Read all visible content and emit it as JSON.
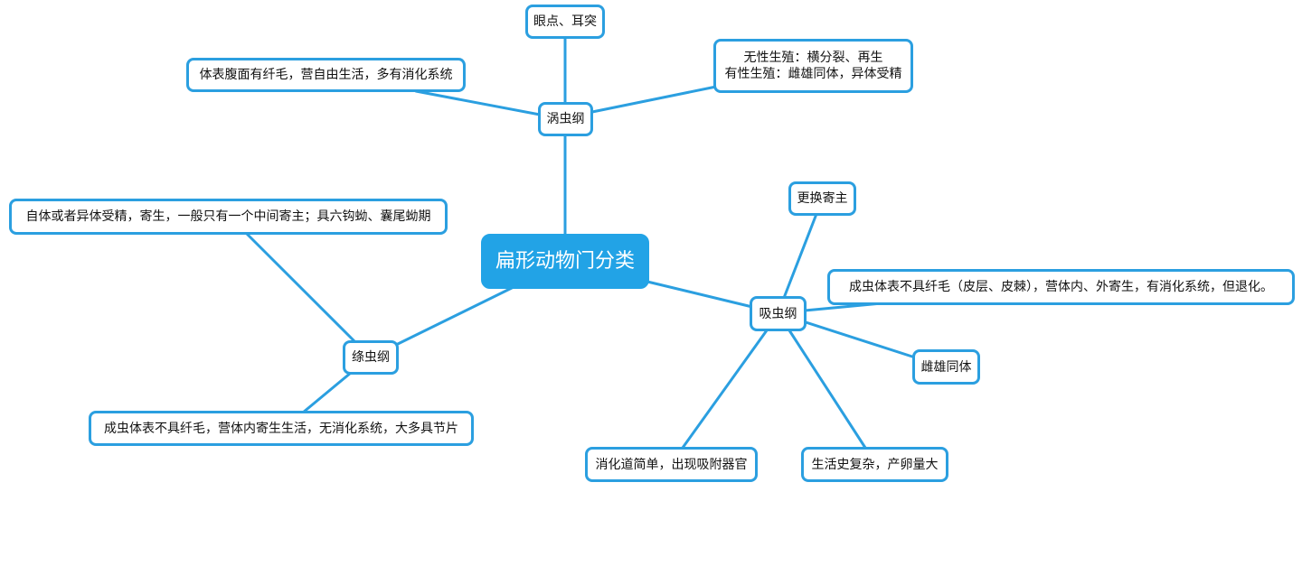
{
  "colors": {
    "accent": "#2b9fe0",
    "root_fill": "#22a3e6",
    "node_fill": "#ffffff",
    "text": "#111111"
  },
  "root": "扁形动物门分类",
  "turbellaria": {
    "label": "涡虫纲",
    "eyespot": "眼点、耳突",
    "surface": "体表腹面有纤毛，营自由生活，多有消化系统",
    "reproduction_line1": "无性生殖：横分裂、再生",
    "reproduction_line2": "有性生殖：雌雄同体，异体受精"
  },
  "cestoda": {
    "label": "绦虫纲",
    "fertilization": "自体或者异体受精，寄生，一般只有一个中间寄主；具六钩蚴、囊尾蚴期",
    "body": "成虫体表不具纤毛，营体内寄生生活，无消化系统，大多具节片"
  },
  "trematoda": {
    "label": "吸虫纲",
    "host": "更换寄主",
    "body": "成虫体表不具纤毛（皮层、皮棘），营体内、外寄生，有消化系统，但退化。",
    "hermaphrodite": "雌雄同体",
    "digestive": "消化道简单，出现吸附器官",
    "lifecycle": "生活史复杂，产卵量大"
  }
}
